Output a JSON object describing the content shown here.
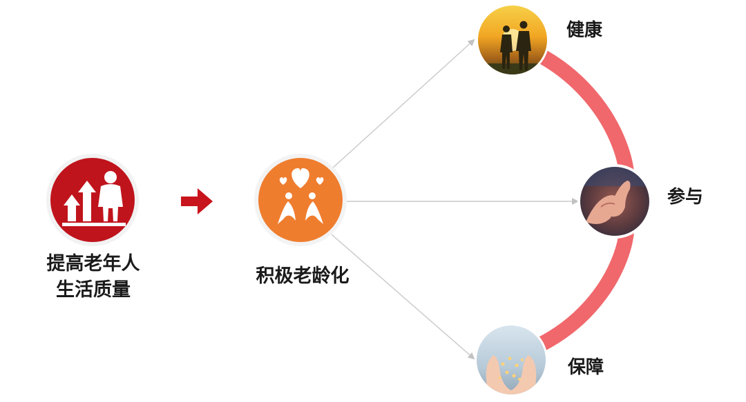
{
  "goal": {
    "line1": "提高老年人",
    "line2": "生活质量",
    "icon": "person-growth-arrows-icon",
    "color": "#c0141c"
  },
  "center": {
    "label": "积极老龄化",
    "icon": "hearts-and-doves-icon",
    "color": "#ef7d2e"
  },
  "pillars": {
    "health": "健康",
    "participation": "参与",
    "security": "保障"
  },
  "colors": {
    "arc": "#f0686c",
    "arrow_big": "#c8141c",
    "connector": "#c9c9c9",
    "text": "#1a1a1a"
  }
}
